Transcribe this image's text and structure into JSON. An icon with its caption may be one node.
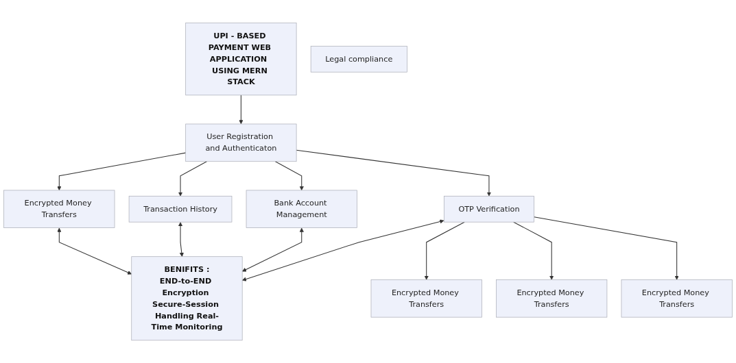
{
  "diagram": {
    "nodes": [
      {
        "text": [
          "UPI - BASED PAYMENT WEB APPLICATION  USING MERN STACK"
        ]
      },
      {
        "text": [
          "Legal compliance"
        ]
      },
      {
        "text": [
          "User Registration and Authenticaton"
        ]
      },
      {
        "text": [
          "Encrypted Money Transfers"
        ]
      },
      {
        "text": [
          "Transaction History"
        ]
      },
      {
        "text": [
          "Bank Account Management"
        ]
      },
      {
        "text": [
          "OTP Verification"
        ]
      },
      {
        "text": [
          "Encrypted Money Transfers"
        ]
      },
      {
        "text": [
          "Encrypted Money Transfers"
        ]
      },
      {
        "text": [
          "Encrypted Money Transfers"
        ]
      },
      {
        "text": [
          "BENIFITS :",
          "END-to-END Encryption Secure-Session Handling Real-Time Monitoring"
        ]
      }
    ],
    "edges": [
      {
        "from": 0,
        "to": 2,
        "arrow": "to"
      },
      {
        "from": 2,
        "to": 3,
        "arrow": "to"
      },
      {
        "from": 2,
        "to": 4,
        "arrow": "to"
      },
      {
        "from": 2,
        "to": 5,
        "arrow": "to"
      },
      {
        "from": 2,
        "to": 6,
        "arrow": "to"
      },
      {
        "from": 10,
        "to": 3,
        "arrow": "both"
      },
      {
        "from": 10,
        "to": 4,
        "arrow": "both"
      },
      {
        "from": 10,
        "to": 5,
        "arrow": "both"
      },
      {
        "from": 10,
        "to": 6,
        "arrow": "both"
      },
      {
        "from": 6,
        "to": 7,
        "arrow": "to"
      },
      {
        "from": 6,
        "to": 8,
        "arrow": "to"
      },
      {
        "from": 6,
        "to": 9,
        "arrow": "to"
      }
    ]
  }
}
